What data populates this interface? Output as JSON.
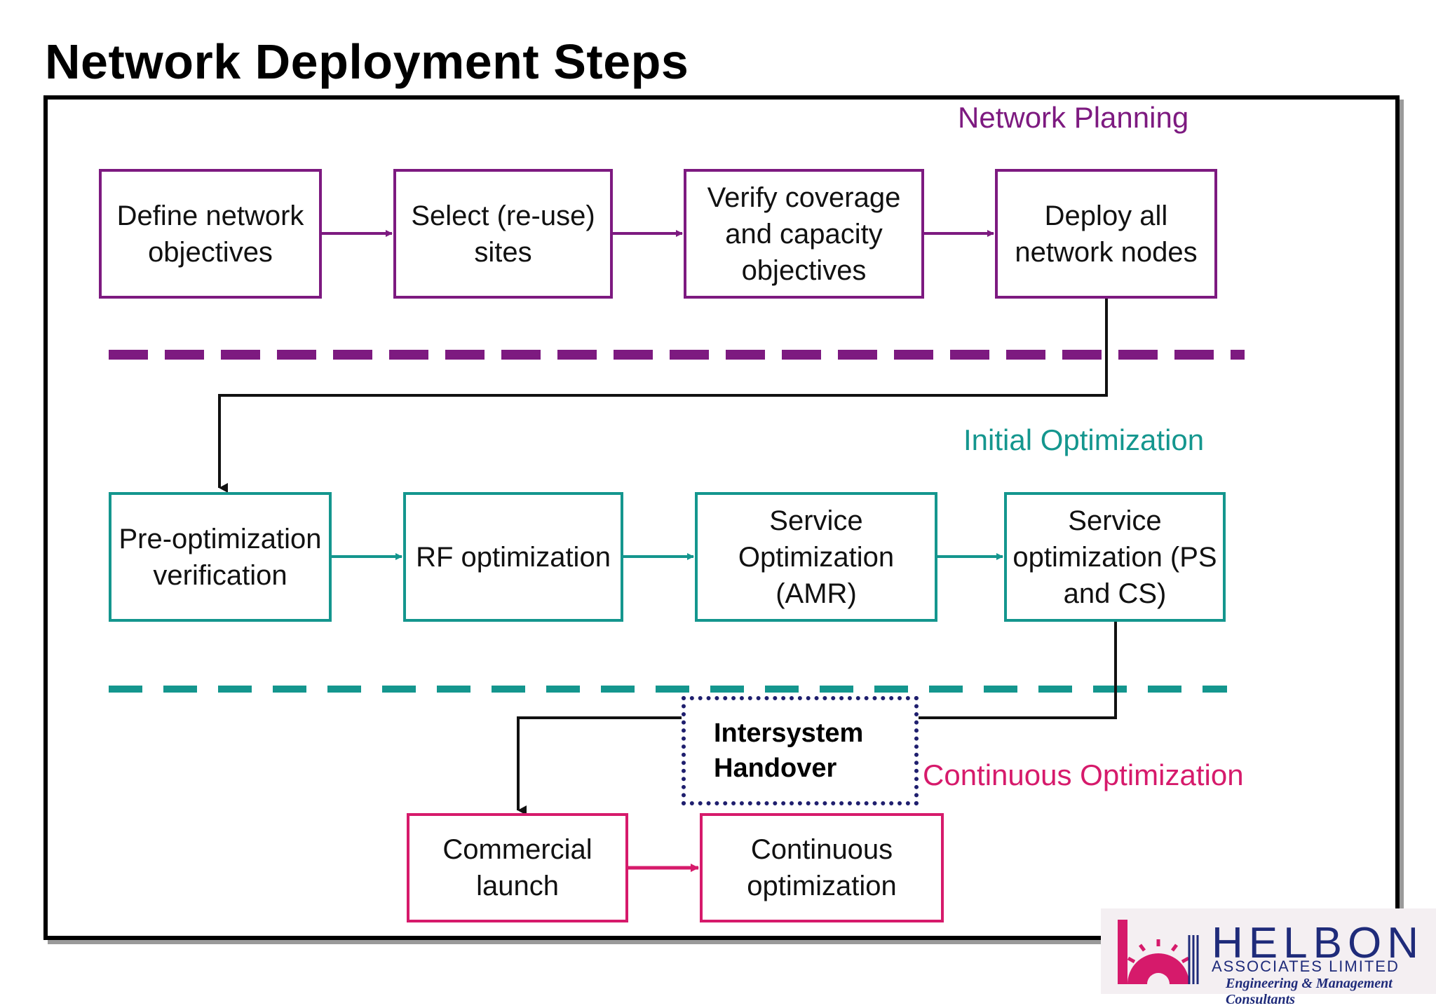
{
  "title": "Network Deployment Steps",
  "phases": {
    "planning": "Network Planning",
    "initial": "Initial Optimization",
    "continuous": "Continuous Optimization"
  },
  "planning_steps": [
    "Define network objectives",
    "Select (re-use) sites",
    "Verify coverage and capacity objectives",
    "Deploy all network nodes"
  ],
  "initial_steps": [
    "Pre-optimization verification",
    "RF optimization",
    "Service Optimization (AMR)",
    "Service optimization (PS and CS)"
  ],
  "intersystem": "Intersystem Handover",
  "continuous_steps": [
    "Commercial launch",
    "Continuous optimization"
  ],
  "logo": {
    "name": "HELBON",
    "subtitle": "ASSOCIATES LIMITED",
    "tagline": "Engineering & Management Consultants"
  },
  "colors": {
    "planning": "#7d1a80",
    "initial": "#14968e",
    "continuous": "#d61a6b",
    "intersystem": "#1f1f6e"
  }
}
